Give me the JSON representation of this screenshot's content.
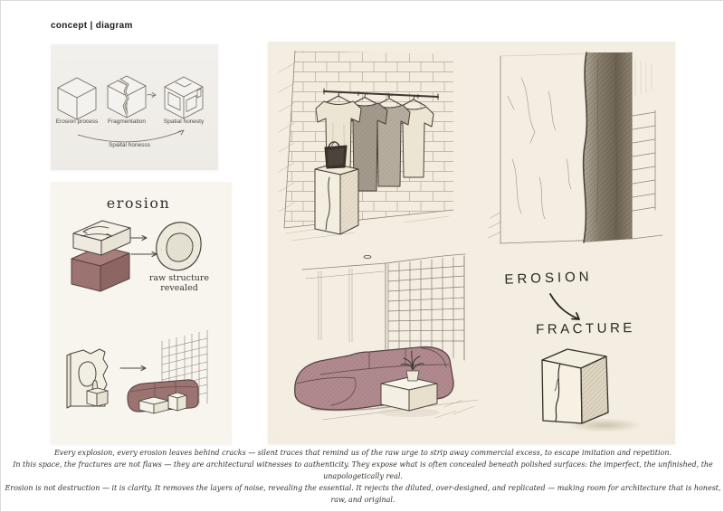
{
  "header": {
    "label": "concept | diagram"
  },
  "mini_diagram": {
    "steps": [
      {
        "label": "Erosion process"
      },
      {
        "label": "Fragmentation"
      },
      {
        "label": "Spatial honesty"
      }
    ],
    "arc_label": "Spaital honesss"
  },
  "erosion_panel": {
    "title": "erosion",
    "caption": {
      "line1": "raw structure",
      "line2": "revealed"
    }
  },
  "concept_panel": {
    "erosion_word": "EROSION",
    "fracture_word": "FRACTURE"
  },
  "footer": {
    "lines": [
      "Every explosion, every erosion leaves behind cracks — silent traces that remind us of the raw urge to strip away commercial excess, to escape imitation and repetition.",
      "In this space, the fractures are not flaws — they are architectural witnesses to authenticity. They expose what is often concealed beneath polished surfaces: the imperfect, the unfinished, the unapologetically real.",
      "Erosion is not destruction — it is clarity. It removes the layers of noise, revealing the essential. It rejects the diluted, over-designed, and replicated — making room for architecture that is honest, raw, and original."
    ]
  },
  "colors": {
    "page": "#ffffff",
    "panel_gray": "#f0eeea",
    "panel_cream": "#f7f4ee",
    "sketch_paper": "#f1ebdf",
    "mauve_block": "#9b7370",
    "sofa_mauve": "#b08a8e",
    "ink": "#4a443c"
  }
}
